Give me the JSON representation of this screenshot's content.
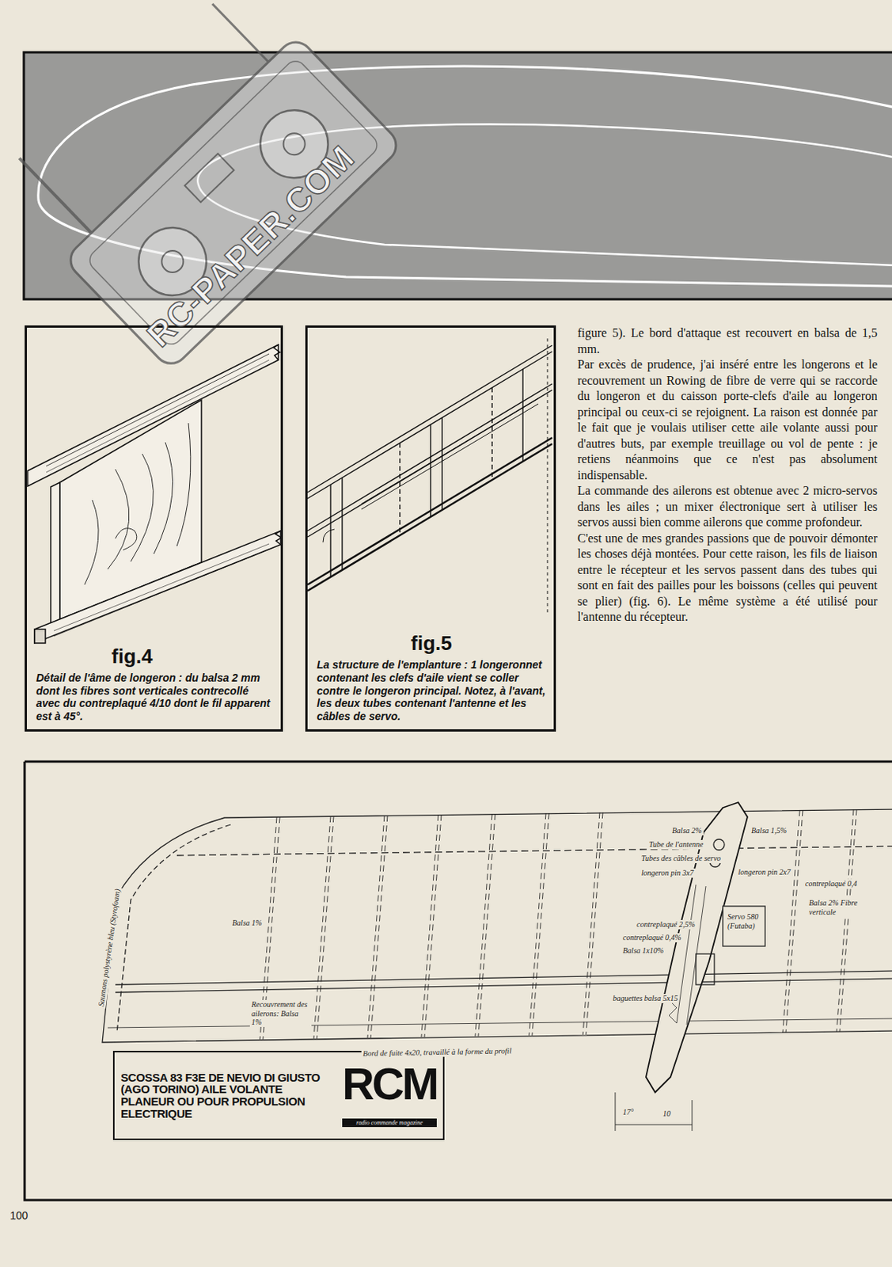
{
  "diagram": {
    "nodes": [
      {
        "text": [
          "fig.4",
          "Détail de l'âme de longeron : du balsa 2 mm dont les fibres sont verticales contrecollé avec du contreplaqué 4/10 dont le fil apparent est à 45°."
        ]
      },
      {
        "text": [
          "fig.5",
          "La structure de l'emplanture : 1 longeronnet contenant les clefs d'aile vient se coller contre le longeron principal. Notez, à l'avant, les deux tubes contenant l'antenne et les câbles de servo."
        ]
      },
      {
        "text": [
          "SCOSSA 83 F3E DE NEVIO DI GIUSTO (AGO TORINO) AILE VOLANTE PLANEUR OU POUR PROPULSION ELECTRIQUE",
          "RCM",
          "radio commande magazine"
        ]
      }
    ],
    "labels": [
      "RC-PAPER.COM",
      "figure 5). Le bord d'attaque est recouvert en balsa de 1,5 mm.",
      "Par excès de prudence, j'ai inséré entre les longerons et le recouvrement un Rowing de fibre de verre qui se raccorde du longeron et du caisson porte-clefs d'aile au longeron principal ou ceux-ci se rejoignent. La raison est donnée par le fait que je voulais utiliser cette aile volante aussi pour d'autres buts, par exemple treuillage ou vol de pente : je retiens néanmoins que ce n'est pas absolument indispensable.",
      "La commande des ailerons est obtenue avec 2 micro-servos dans les ailes ; un mixer électronique sert à utiliser les servos aussi bien comme ailerons que comme profondeur.",
      "C'est une de mes grandes passions que de pouvoir démonter les choses déjà montées. Pour cette raison, les fils de liaison entre le récepteur et les servos passent dans des tubes qui sont en fait des pailles pour les boissons (celles qui peuvent se plier) (fig. 6). Le même système a été utilisé pour l'antenne du récepteur.",
      "Balsa 2%",
      "Balsa 1,5%",
      "Tube de l'antenne",
      "Tubes des câbles de servo",
      "longeron pin 3x7",
      "longeron pin 2x7",
      "contreplaqué 0,4",
      "Balsa 2% Fibre verticale",
      "Servo 580 (Futaba)",
      "contreplaqué 2,5%",
      "contreplaqué 0,4%",
      "Balsa 1x10%",
      "baguettes balsa 5x15",
      "Balsa 1%",
      "Saumons polystyrène bleu (Styrofoam)",
      "Recouvrement des ailerons: Balsa 1%",
      "Bord de fuite 4x20, travaillé à la forme du profil",
      "17°",
      "10",
      "100"
    ]
  }
}
